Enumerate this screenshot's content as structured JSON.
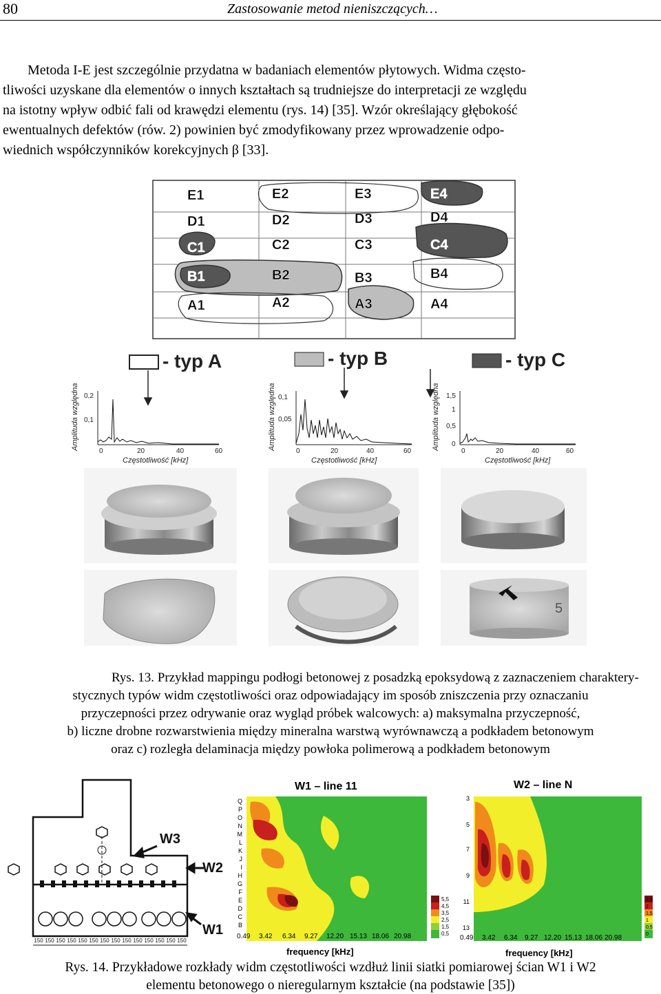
{
  "header": {
    "page_number": "80",
    "running_title": "Zastosowanie metod nieniszczących…"
  },
  "paragraph": {
    "lines": [
      "Metoda I-E jest szczególnie przydatna w badaniach elementów płytowych. Widma często-",
      "tliwości uzyskane dla elementów o innych kształtach są trudniejsze do interpretacji ze względu",
      "na istotny wpływ odbić fali od krawędzi elementu (rys. 14) [35]. Wzór określający głębokość",
      "ewentualnych defektów (rów. 2) powinien być zmodyfikowany przez wprowadzenie odpo-",
      "wiednich współczynników korekcyjnych β [33]."
    ]
  },
  "figure13": {
    "grid_cells": {
      "E": [
        "E1",
        "E2",
        "E3",
        "E4"
      ],
      "D": [
        "D1",
        "D2",
        "D3",
        "D4"
      ],
      "C": [
        "C1",
        "C2",
        "C3",
        "C4"
      ],
      "B": [
        "B1",
        "B2",
        "B3",
        "B4"
      ],
      "A": [
        "A1",
        "A2",
        "A3",
        "A4"
      ]
    },
    "legend": {
      "type_a": "- typ A",
      "type_b": "- typ B",
      "type_c": "- typ C"
    },
    "spectra": [
      {
        "ylabel": "Amplituda względna",
        "xlabel": "Częstotliwość [kHz]",
        "yticks": [
          "0,1",
          "0,2"
        ],
        "xticks": [
          "0",
          "20",
          "40",
          "60"
        ]
      },
      {
        "ylabel": "Amplituda względna",
        "xlabel": "Częstotliwość [kHz]",
        "yticks": [
          "0,05",
          "0,1"
        ],
        "xticks": [
          "0",
          "20",
          "40",
          "60"
        ]
      },
      {
        "ylabel": "Amplituda względna",
        "xlabel": "Częstotliwość [kHz]",
        "yticks": [
          "0",
          "0,5",
          "1",
          "1,5"
        ],
        "xticks": [
          "0",
          "20",
          "40",
          "60"
        ]
      }
    ],
    "photo_label": "5"
  },
  "caption13": {
    "lines": [
      "Rys. 13. Przykład mappingu podłogi betonowej z posadzką epoksydową z zaznaczeniem charaktery-",
      "stycznych typów widm częstotliwości oraz odpowiadający im sposób zniszczenia przy oznaczaniu",
      "przyczepności przez odrywanie oraz wygląd próbek walcowych: a) maksymalna przyczepność,",
      "b) liczne drobne rozwarstwienia między mineralna warstwą wyrównawczą a podkładem betonowym",
      "oraz c) rozległa delaminacja między powłoka polimerową a podkładem betonowym"
    ]
  },
  "figure14": {
    "wall_labels": [
      "W3",
      "W2",
      "W1"
    ],
    "dims": [
      "150",
      "150",
      "150",
      "150",
      "150",
      "150",
      "150",
      "150",
      "150",
      "150",
      "150",
      "150",
      "150",
      "150"
    ],
    "map_w1": {
      "title": "W1 – line 11",
      "row_labels": [
        "Q",
        "P",
        "O",
        "N",
        "M",
        "L",
        "K",
        "J",
        "I",
        "H",
        "G",
        "F",
        "E",
        "D",
        "C",
        "B"
      ],
      "xticks": [
        "0.49",
        "3.42",
        "6.34",
        "9.27",
        "12.20",
        "15.13",
        "18.06",
        "20.98"
      ],
      "xlabel": "frequency [kHz]",
      "scale": [
        "5,5",
        "4,5",
        "3,5",
        "2,5",
        "1,5",
        "0,5"
      ]
    },
    "map_w2": {
      "title": "W2 – line N",
      "row_labels": [
        "3",
        "5",
        "7",
        "9",
        "11",
        "13"
      ],
      "xticks": [
        "0.49",
        "3.42",
        "6.34",
        "9.27",
        "12.20",
        "15.13",
        "18.06",
        "20.98"
      ],
      "xlabel": "frequency [kHz]",
      "scale": [
        "2,5",
        "2",
        "1,5",
        "1",
        "0,5",
        "0"
      ]
    }
  },
  "caption14": {
    "lines": [
      "Rys. 14. Przykładowe rozkłady widm częstotliwości wzdłuż linii siatki pomiarowej ścian W1 i W2",
      "elementu betonowego o nieregularnym kształcie (na podstawie [35])"
    ]
  },
  "colors": {
    "type_a_fill": "#ffffff",
    "type_b_fill": "#bdbdbd",
    "type_c_fill": "#555555",
    "map_green": "#3db83a",
    "map_yellow": "#f2ef2a",
    "map_red": "#c8201c"
  }
}
